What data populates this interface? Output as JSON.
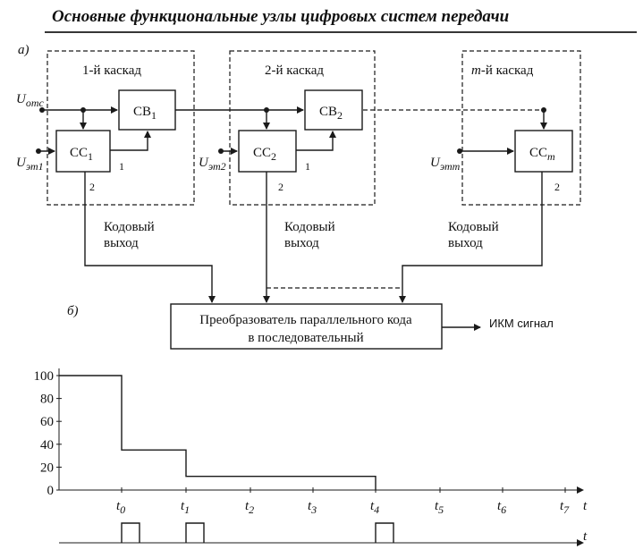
{
  "title": "Основные функциональные узлы цифровых систем передачи",
  "panel_a_label": "а)",
  "panel_b_label": "б)",
  "cascades": [
    {
      "label": "1-й каскад",
      "cmp": "CC",
      "cmp_sub": "1",
      "sw": "CB",
      "sw_sub": "1",
      "ref_u": "U",
      "ref_sub": "эт1",
      "port1": "1",
      "port2": "2",
      "code_out_1": "Кодовый",
      "code_out_2": "выход"
    },
    {
      "label": "2-й каскад",
      "cmp": "CC",
      "cmp_sub": "2",
      "sw": "CB",
      "sw_sub": "2",
      "ref_u": "U",
      "ref_sub": "эт2",
      "port1": "1",
      "port2": "2",
      "code_out_1": "Кодовый",
      "code_out_2": "выход"
    },
    {
      "label_prefix": "m",
      "label": "-й каскад",
      "cmp": "CC",
      "cmp_sub": "m",
      "ref_u": "U",
      "ref_sub": "этm",
      "port2": "2",
      "code_out_1": "Кодовый",
      "code_out_2": "выход"
    }
  ],
  "input_signal": {
    "u": "U",
    "sub": "отс"
  },
  "converter": {
    "line1": "Преобразователь параллельного кода",
    "line2": "в последовательный"
  },
  "output_label": "ИКМ сигнал",
  "chart_data": {
    "type": "line",
    "ylim": [
      0,
      100
    ],
    "y_ticks": [
      "0",
      "20",
      "40",
      "60",
      "80",
      "100"
    ],
    "x_ticks": [
      {
        "t": "t",
        "sub": "0"
      },
      {
        "t": "t",
        "sub": "1"
      },
      {
        "t": "t",
        "sub": "2"
      },
      {
        "t": "t",
        "sub": "3"
      },
      {
        "t": "t",
        "sub": "4"
      },
      {
        "t": "t",
        "sub": "5"
      },
      {
        "t": "t",
        "sub": "6"
      },
      {
        "t": "t",
        "sub": "7"
      }
    ],
    "x_axis_label": "t",
    "step_levels": [
      {
        "from": "start",
        "to": "t0",
        "value": 100
      },
      {
        "from": "t0",
        "to": "t1",
        "value": 35
      },
      {
        "from": "t1",
        "to": "t4",
        "value": 12
      }
    ],
    "pulses": [
      "t0",
      "t1",
      "t4"
    ],
    "pulse_axis_label": "t"
  }
}
